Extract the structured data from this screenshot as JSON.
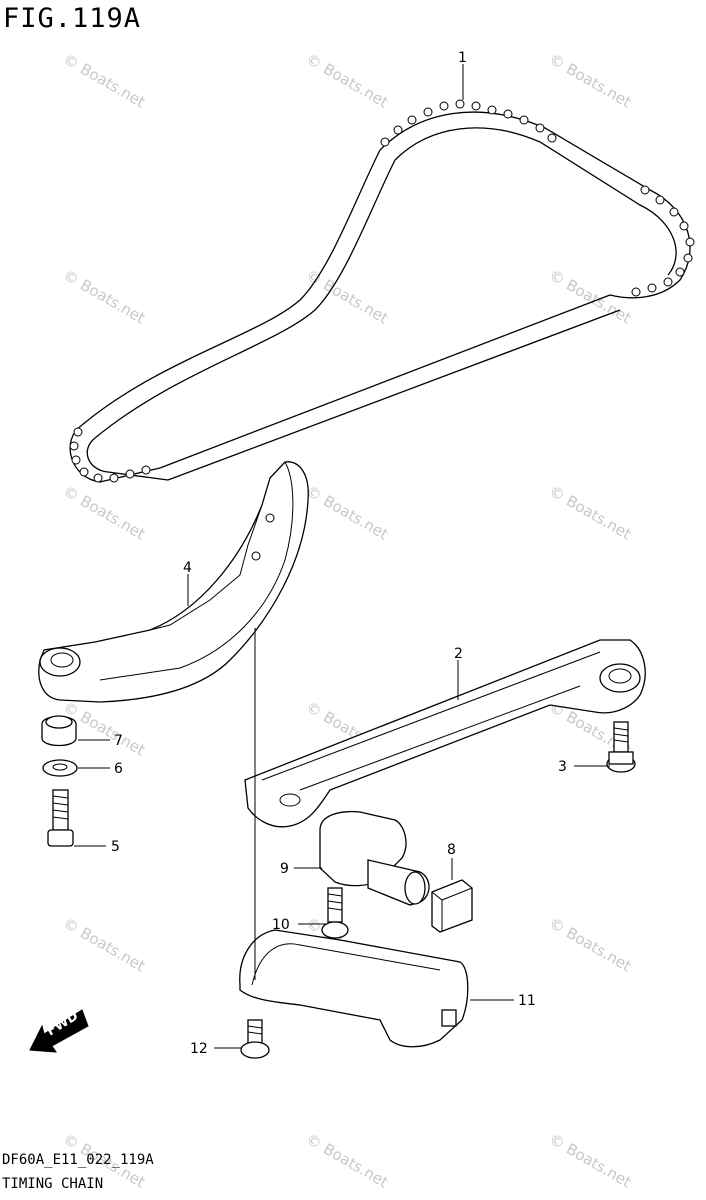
{
  "title": "FIG.119A",
  "footer": {
    "code": "DF60A_E11_022_119A",
    "name": "TIMING CHAIN"
  },
  "watermark": "© Boats.net",
  "direction_label": "FWD",
  "callouts": [
    "1",
    "2",
    "3",
    "4",
    "5",
    "6",
    "7",
    "8",
    "9",
    "10",
    "11",
    "12"
  ]
}
